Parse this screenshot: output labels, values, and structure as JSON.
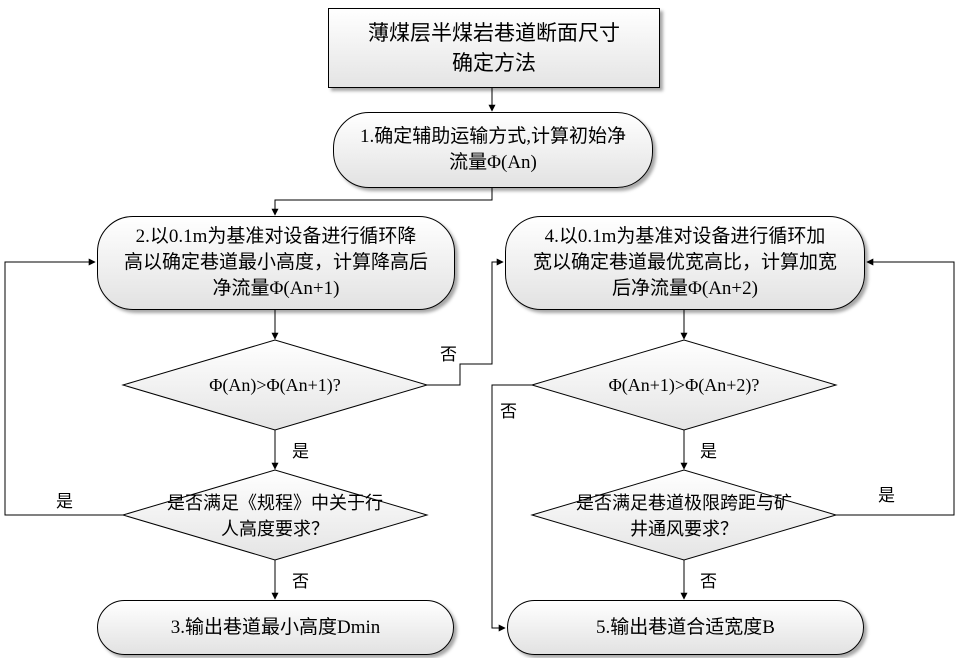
{
  "nodes": {
    "title": "薄煤层半煤岩巷道断面尺寸\n确定方法",
    "step1": "1.确定辅助运输方式,计算初始净\n流量Φ(An)",
    "step2": "2.以0.1m为基准对设备进行循环降\n高以确定巷道最小高度，计算降高后\n净流量Φ(An+1)",
    "step4": "4.以0.1m为基准对设备进行循环加\n宽以确定巷道最优宽高比，计算加宽\n后净流量Φ(An+2)",
    "decision1": "Φ(An)>Φ(An+1)?",
    "decision2": "Φ(An+1)>Φ(An+2)?",
    "decision3": "是否满足《规程》中关于行\n人高度要求？",
    "decision4": "是否满足巷道极限跨距与矿\n井通风要求？",
    "output3": "3.输出巷道最小高度Dmin",
    "output5": "5.输出巷道合适宽度B"
  },
  "edge_labels": {
    "d1_no": "否",
    "d1_yes": "是",
    "d3_yes": "是",
    "d3_no": "否",
    "d2_no": "否",
    "d2_yes": "是",
    "d4_yes": "是",
    "d4_no": "否"
  }
}
